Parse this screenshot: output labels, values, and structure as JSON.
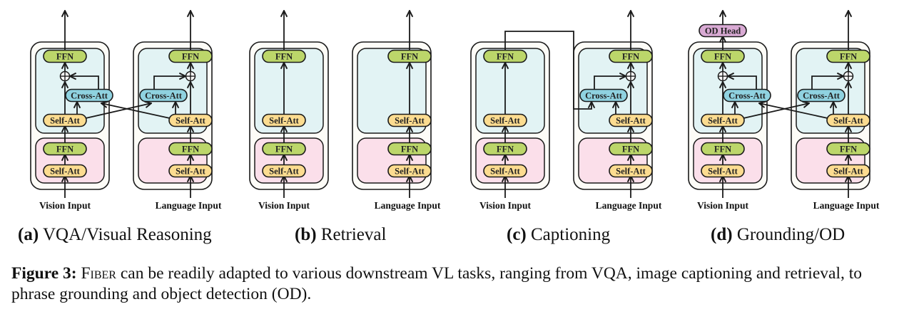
{
  "colors": {
    "outer_fill": "#fdfcf7",
    "fusion_fill": "#e2f3f4",
    "base_fill": "#fbdfea",
    "ffn_fill": "#bcd66a",
    "self_att_fill": "#fcdc90",
    "cross_att_fill": "#8fd2e0",
    "od_head_fill": "#d9aad4",
    "stroke": "#1a1a1a"
  },
  "labels": {
    "ffn": "FFN",
    "self_att": "Self-Att",
    "cross_att": "Cross-Att",
    "od_head": "OD Head",
    "vision_input": "Vision Input",
    "language_input": "Language Input"
  },
  "panels": [
    {
      "id": "a",
      "letter": "(a)",
      "title": "VQA/Visual Reasoning",
      "vision_cross_att": true,
      "language_cross_att": true,
      "captioning_link": false,
      "od_head": false
    },
    {
      "id": "b",
      "letter": "(b)",
      "title": "Retrieval",
      "vision_cross_att": false,
      "language_cross_att": false,
      "captioning_link": false,
      "od_head": false
    },
    {
      "id": "c",
      "letter": "(c)",
      "title": "Captioning",
      "vision_cross_att": false,
      "language_cross_att": true,
      "captioning_link": true,
      "od_head": false
    },
    {
      "id": "d",
      "letter": "(d)",
      "title": "Grounding/OD",
      "vision_cross_att": true,
      "language_cross_att": true,
      "captioning_link": false,
      "od_head": true
    }
  ],
  "caption": {
    "label": "Figure 3:",
    "name": "Fiber",
    "text": " can be readily adapted to various downstream VL tasks, ranging from VQA, image captioning and retrieval, to phrase grounding and object detection (OD)."
  }
}
